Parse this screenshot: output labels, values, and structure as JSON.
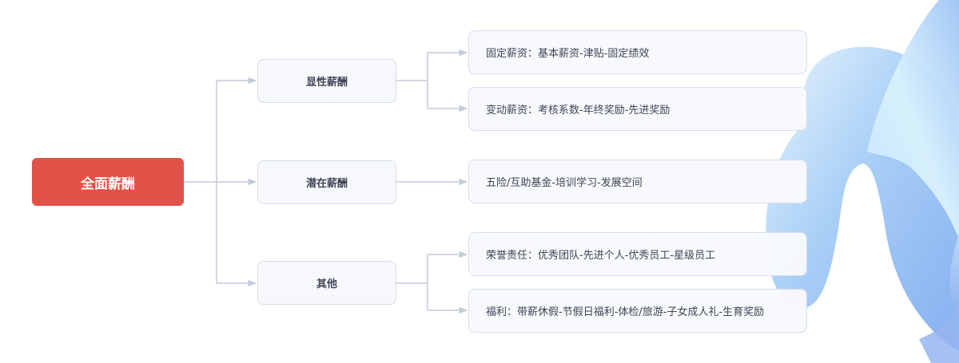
{
  "diagram": {
    "root": {
      "label": "全面薪酬"
    },
    "branches": [
      {
        "label": "显性薪酬",
        "children": [
          "固定薪资：基本薪资-津贴-固定绩效",
          "变动薪资：考核系数-年终奖励-先进奖励"
        ]
      },
      {
        "label": "潜在薪酬",
        "children": [
          "五险/互助基金-培训学习-发展空间"
        ]
      },
      {
        "label": "其他",
        "children": [
          "荣誉责任：优秀团队-先进个人-优秀员工-星级员工",
          "福利：带薪休假-节假日福利-体检/旅游-子女成人礼-生育奖励"
        ]
      }
    ]
  },
  "colors": {
    "root_fill": "#e05248",
    "node_fill": "#f7f8fc",
    "node_border": "#d5dcec",
    "connector": "#c3cad9",
    "text": "#3d4455",
    "decoration": "#a6c8f5"
  }
}
